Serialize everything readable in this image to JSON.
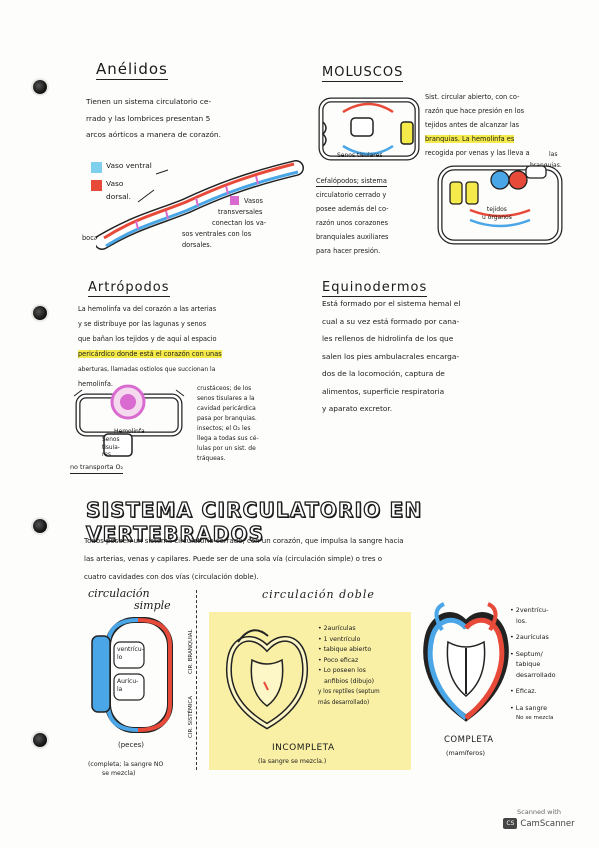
{
  "anelidos": {
    "title": "Anélidos",
    "body": [
      "Tienen un sistema circulatorio ce-",
      "rrado y las lombrices presentan 5",
      "arcos aórticos a manera de corazón."
    ],
    "vaso_ventral": "Vaso ventral",
    "vaso_dorsal_1": "Vaso",
    "vaso_dorsal_2": "dorsal.",
    "vasos_transv": [
      "Vasos",
      "transversales",
      "conectan los va-",
      "sos ventrales con los",
      "dorsales."
    ],
    "boca": "boca"
  },
  "moluscos": {
    "title": "MOLUSCOS",
    "body": [
      "Sist. circular abierto, con co-",
      "razón que hace presión en los",
      "tejidos antes de alcanzar las",
      "branquias. La hemolinfa es",
      "recogida por venas y las lleva a",
      "las",
      "branquias."
    ],
    "senos": "Senos tisulares",
    "cefalo": [
      "Cefalópodos; sistema",
      "circulatorio cerrado y",
      "posee además del co-",
      "razón unos corazones",
      "branquiales auxiliares",
      "para hacer presión."
    ],
    "tejidos": [
      "tejidos",
      "u órganos"
    ]
  },
  "artropodos": {
    "title": "Artrópodos",
    "body": [
      "La hemolinfa va del corazón a las arterias",
      "y se distribuye por las lagunas y senos",
      "que bañan los tejidos y de aquí al espacio",
      "pericárdico donde está el corazón con unas",
      "aberturas, llamadas ostiolos que succionan la",
      "hemolinfa."
    ],
    "hemolinfa": "Hemolinfa",
    "senos": [
      "Senos",
      "tisula-",
      "res"
    ],
    "no_transporta": "no transporta O₂",
    "crustaceos": [
      "crustáceos; de los",
      "senos tisulares a la",
      "cavidad pericárdica",
      "pasa por branquias.",
      "insectos; el O₂ les",
      "llega a todas sus cé-",
      "lulas por un sist. de",
      "tráqueas."
    ]
  },
  "equinodermos": {
    "title": "Equinodermos",
    "body": [
      "Está formado por el sistema hemal el",
      "cual a su vez está formado por cana-",
      "les rellenos de hidrolinfa de los que",
      "salen los pies ambulacrales encarga-",
      "dos de la locomoción, captura de",
      "alimentos, superficie respiratoria",
      "y aparato excretor."
    ]
  },
  "vertebrados": {
    "title": "SISTEMA CIRCULATORIO EN VERTEBRADOS",
    "body": [
      "Todos poseen un sistema circulatorio cerrado, con un corazón, que impulsa la sangre hacia",
      "las arterias, venas y capilares. Puede ser de una sola vía (circulación simple) o tres o",
      "cuatro cavidades con dos vías (circulación doble)."
    ],
    "simple_1": "circulación",
    "simple_2": "simple",
    "doble": "circulación doble",
    "ventriculo": [
      "ventrícu-",
      "lo"
    ],
    "auricula": [
      "Aurícu-",
      "la"
    ],
    "cir_branquial": "CIR. BRANQUIAL",
    "cir_sistemica": "CIR. SISTÉMICA",
    "peces": "(peces)",
    "peces_note": [
      "(completa; la sangre NO",
      "se mezcla)"
    ],
    "incompleta_list": [
      "• 2aurículas",
      "• 1 ventrículo",
      "• tabique abierto",
      "• Poco eficaz",
      "• Lo poseen los",
      "anfibios (dibujo)",
      "y los reptiles (septum",
      "más desarrollado)"
    ],
    "incompleta": "INCOMPLETA",
    "incompleta_note": "(la sangre se mezcla.)",
    "completa": "COMPLETA",
    "completa_note": "(mamíferos)",
    "completa_list": [
      "• 2ventrícu-",
      "los.",
      "• 2aurículas",
      "• Septum/",
      "tabique",
      "desarrollado",
      "• Eficaz.",
      "• La sangre",
      "No se mezcla"
    ]
  },
  "scanner": {
    "line1": "Scanned with",
    "line2": "CamScanner"
  },
  "colors": {
    "blue": "#4aa6e6",
    "red": "#e84a3a",
    "yellow": "#f4ea4a",
    "pink": "#d96bd0",
    "note": "#f9f0a6"
  }
}
